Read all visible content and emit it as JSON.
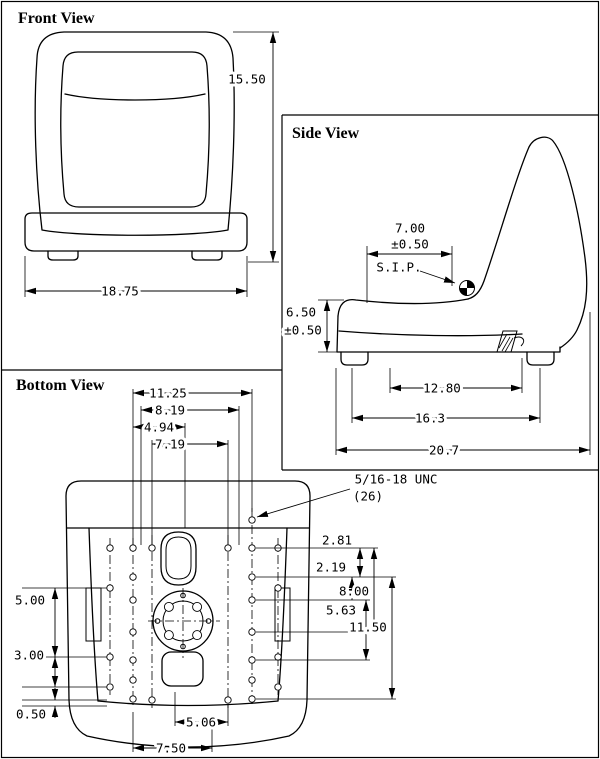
{
  "drawing": {
    "front_view": {
      "label": "Front View",
      "height": "15.50",
      "width": "18.75"
    },
    "side_view": {
      "label": "Side View",
      "sip_width": "7.00",
      "sip_width_tol": "±0.50",
      "sip_point": "S.I.P.",
      "cushion_height": "6.50",
      "cushion_height_tol": "±0.50",
      "depth_inner": "12.80",
      "depth_mid": "16.3",
      "depth_overall": "20.7"
    },
    "bottom_view": {
      "label": "Bottom View",
      "thread_spec": "5/16-18 UNC",
      "thread_qty": "(26)",
      "spacing_11_25": "11.25",
      "spacing_8_19": "8.19",
      "spacing_4_94": "4.94",
      "spacing_7_19": "7.19",
      "spacing_2_81": "2.81",
      "spacing_2_19": "2.19",
      "spacing_8_00": "8.00",
      "spacing_5_63": "5.63",
      "spacing_11_50": "11.50",
      "spacing_5_00": "5.00",
      "spacing_3_00": "3.00",
      "spacing_0_50": "0.50",
      "spacing_5_06": "5.06",
      "spacing_7_50": "7.50"
    }
  }
}
